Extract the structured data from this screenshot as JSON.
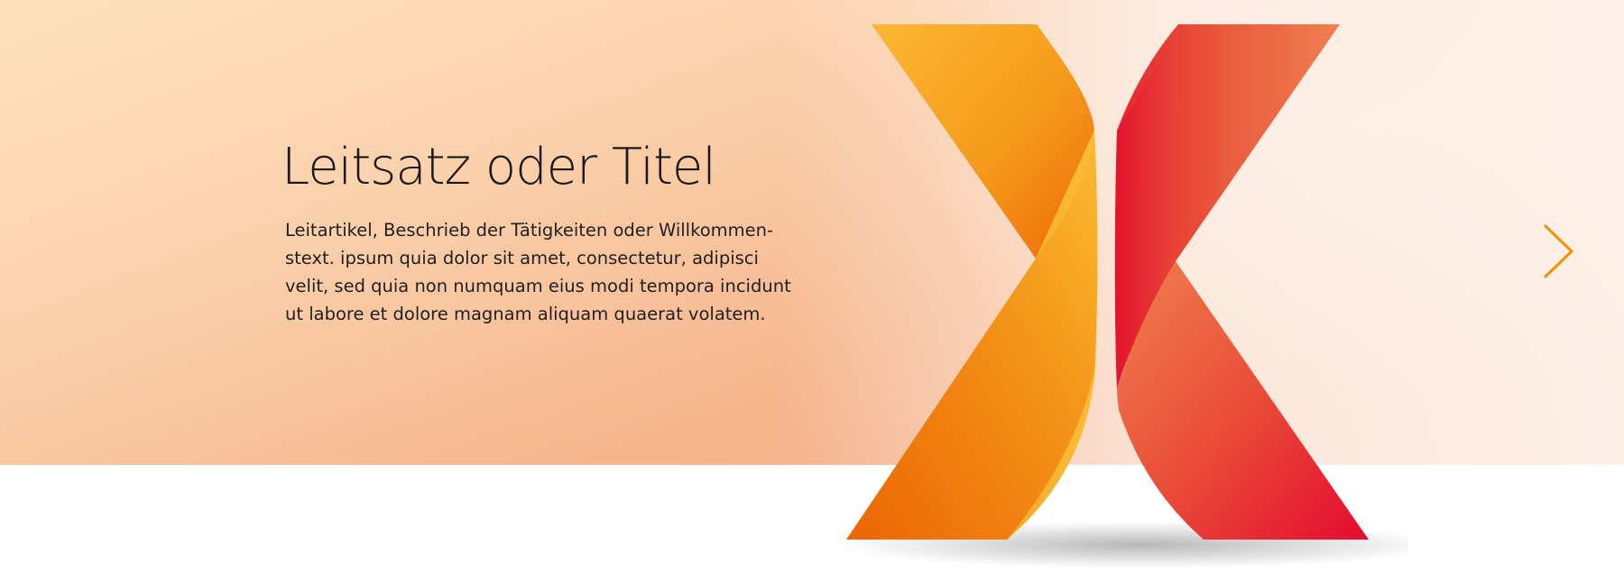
{
  "hero": {
    "title": "Leitsatz oder Titel",
    "lead_lines": [
      "Leitartikel, Beschrieb der Tätigkeiten oder Willkommen-",
      "stext. ipsum quia dolor sit amet, consectetur, adipisci",
      "velit, sed quia non numquam eius modi tempora incidunt",
      "ut labore et dolore magnam aliquam quaerat volatem."
    ],
    "logo_icon": "x-ribbon-logo-icon",
    "next_icon": "chevron-right-icon"
  },
  "colors": {
    "accent": "#f39200",
    "orange_ribbon": "#f7a823",
    "red_ribbon": "#e4392f",
    "text": "#1a1a1a"
  }
}
